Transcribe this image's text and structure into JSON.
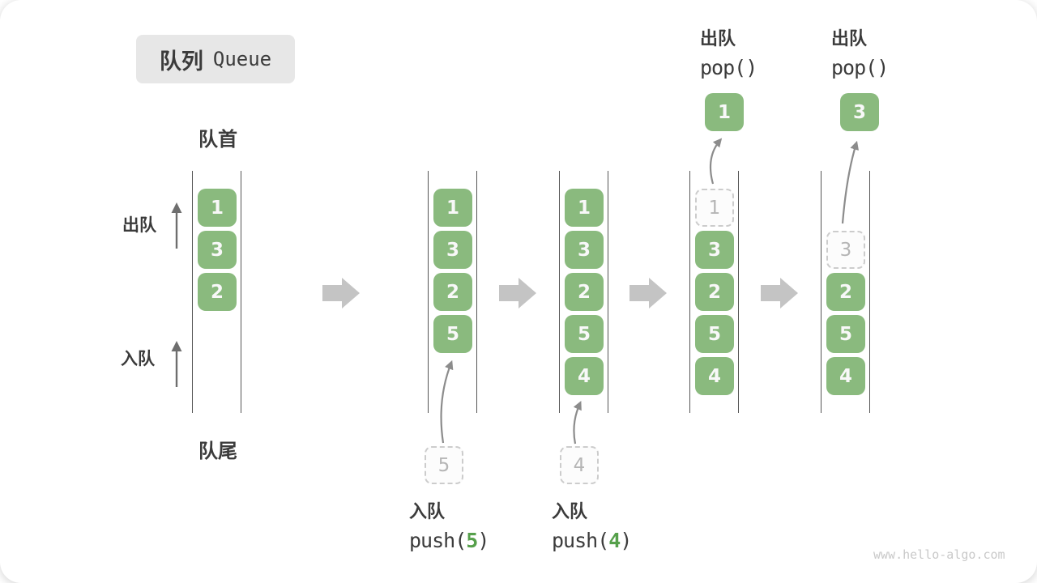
{
  "diagram": {
    "title": {
      "zh": "队列",
      "en": "Queue"
    },
    "labels": {
      "front": "队首",
      "rear": "队尾",
      "dequeue": "出队",
      "enqueue": "入队"
    },
    "watermark": "www.hello-algo.com"
  },
  "colors": {
    "cell_green": "#8aba7e",
    "code_arg_green": "#56a04b",
    "text_dark": "#3b3b3b",
    "block_arrow_gray": "#c4c4c4",
    "thin_arrow_gray": "#6e6e6e",
    "curved_arrow_gray": "#8c8c8c",
    "dashed_border": "#cccccc",
    "dashed_text": "#b5b5b5",
    "queue_line": "#565656",
    "title_bg": "#e7e7e7",
    "watermark_gray": "#c9c9c9"
  },
  "states": [
    {
      "cells": [
        {
          "value": "1"
        },
        {
          "value": "3"
        },
        {
          "value": "2"
        }
      ]
    },
    {
      "cells": [
        {
          "value": "1"
        },
        {
          "value": "3"
        },
        {
          "value": "2"
        },
        {
          "value": "5"
        }
      ],
      "pending": {
        "value": "5"
      },
      "op": {
        "label": "入队",
        "fn": "push(",
        "arg": "5",
        "close": ")"
      }
    },
    {
      "cells": [
        {
          "value": "1"
        },
        {
          "value": "3"
        },
        {
          "value": "2"
        },
        {
          "value": "5"
        },
        {
          "value": "4"
        }
      ],
      "pending": {
        "value": "4"
      },
      "op": {
        "label": "入队",
        "fn": "push(",
        "arg": "4",
        "close": ")"
      }
    },
    {
      "cells": [
        {
          "value": "1"
        },
        {
          "value": "3"
        },
        {
          "value": "2"
        },
        {
          "value": "5"
        },
        {
          "value": "4"
        }
      ],
      "popped": {
        "value": "1"
      },
      "op": {
        "label": "出队",
        "code": "pop()"
      }
    },
    {
      "cells": [
        {
          "value": "3"
        },
        {
          "value": "2"
        },
        {
          "value": "5"
        },
        {
          "value": "4"
        }
      ],
      "popped": {
        "value": "3"
      },
      "op": {
        "label": "出队",
        "code": "pop()"
      }
    }
  ]
}
